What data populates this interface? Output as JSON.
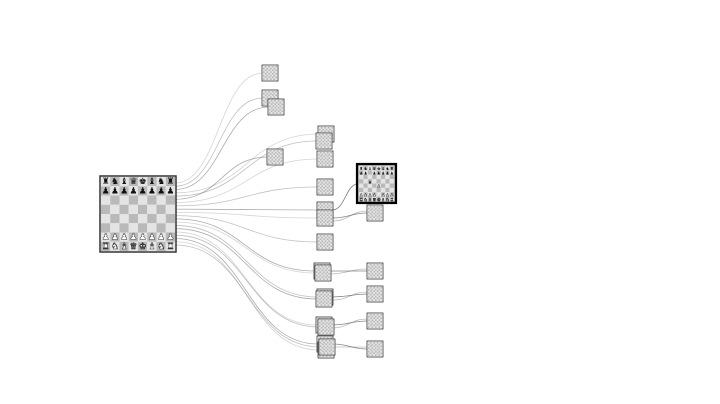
{
  "diagram": {
    "kind": "chess opening tree",
    "root": {
      "board": {
        "rows": [
          "rnbqkbnr",
          "pppppppp",
          "........",
          "........",
          "........",
          "........",
          "PPPPPPPP",
          "RNBQKBNR"
        ]
      }
    },
    "expanded_node": {
      "board": {
        "rows": [
          "rnbqkbnr",
          "pp.ppppp",
          "........",
          "..p.....",
          "....P...",
          "........",
          "PPPP.PPP",
          "RNBQKBNR"
        ]
      }
    },
    "first_level_node_count": 20,
    "second_level_node_count": 5,
    "colors": {
      "light_square": "#e4e4e4",
      "dark_square": "#b9b9b9",
      "white_piece_fill": "#ffffff",
      "black_piece_fill": "#111111",
      "edge": "#555555",
      "highlight_border": "#000000"
    }
  }
}
